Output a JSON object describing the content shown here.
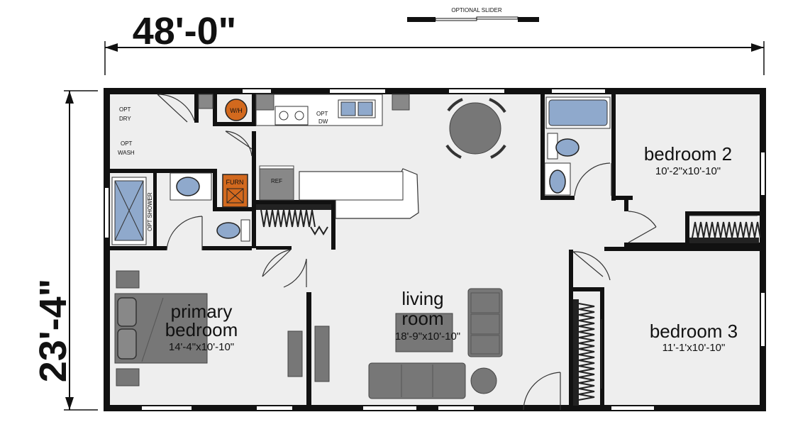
{
  "dimensions": {
    "width": "48'-0\"",
    "depth": "23'-4\""
  },
  "notes": {
    "optional_slider": "OPTIONAL SLIDER"
  },
  "labels": {
    "opt_dry_1": "OPT",
    "opt_dry_2": "DRY",
    "opt_wash_1": "OPT",
    "opt_wash_2": "WASH",
    "water_heater": "W/H",
    "opt_dw_1": "OPT",
    "opt_dw_2": "DW",
    "furnace": "FURN",
    "refrigerator": "REF",
    "opt_shower": "OPT SHOWER"
  },
  "rooms": {
    "primary": {
      "name_1": "primary",
      "name_2": "bedroom",
      "size": "14'-4\"x10'-10\""
    },
    "living": {
      "name_1": "living",
      "name_2": "room",
      "size": "18'-9\"x10'-10\""
    },
    "bedroom2": {
      "name": "bedroom 2",
      "size": "10'-2\"x10'-10\""
    },
    "bedroom3": {
      "name": "bedroom 3",
      "size": "11'-1'x10'-10\""
    }
  },
  "colors": {
    "floor": "#eeeeee",
    "wall": "#111111",
    "fixture": "#8fa9cc",
    "water_heater": "#d2691e",
    "furnace": "#d2691e",
    "furniture": "#777777"
  }
}
